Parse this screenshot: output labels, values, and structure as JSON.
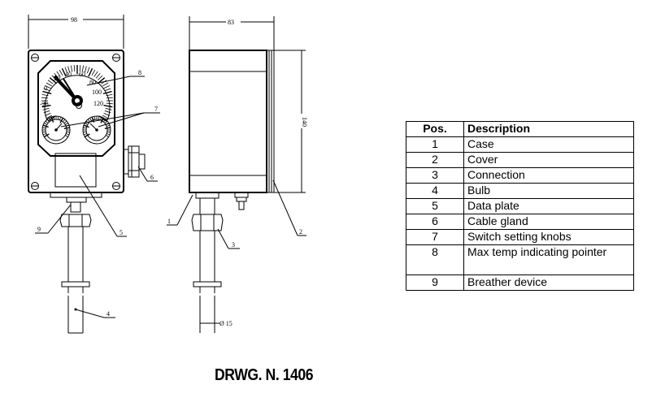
{
  "drawing": {
    "dimensions": {
      "front_width": "98",
      "side_depth": "83",
      "side_height": "140",
      "bulb_diameter": "Ø 15"
    },
    "dial_scale": [
      "-20",
      "0",
      "20",
      "40",
      "60",
      "80",
      "100",
      "120"
    ],
    "callouts": [
      "1",
      "2",
      "3",
      "4",
      "5",
      "6",
      "7",
      "8",
      "9"
    ]
  },
  "legend": {
    "headers": {
      "pos": "Pos.",
      "description": "Description"
    },
    "rows": [
      {
        "pos": "1",
        "description": "Case"
      },
      {
        "pos": "2",
        "description": "Cover"
      },
      {
        "pos": "3",
        "description": "Connection"
      },
      {
        "pos": "4",
        "description": "Bulb"
      },
      {
        "pos": "5",
        "description": "Data plate"
      },
      {
        "pos": "6",
        "description": "Cable gland"
      },
      {
        "pos": "7",
        "description": "Switch setting knobs"
      },
      {
        "pos": "8",
        "description": "Max temp indicating pointer"
      },
      {
        "pos": "9",
        "description": "Breather device"
      }
    ]
  },
  "caption": "DRWG. N. 1406"
}
